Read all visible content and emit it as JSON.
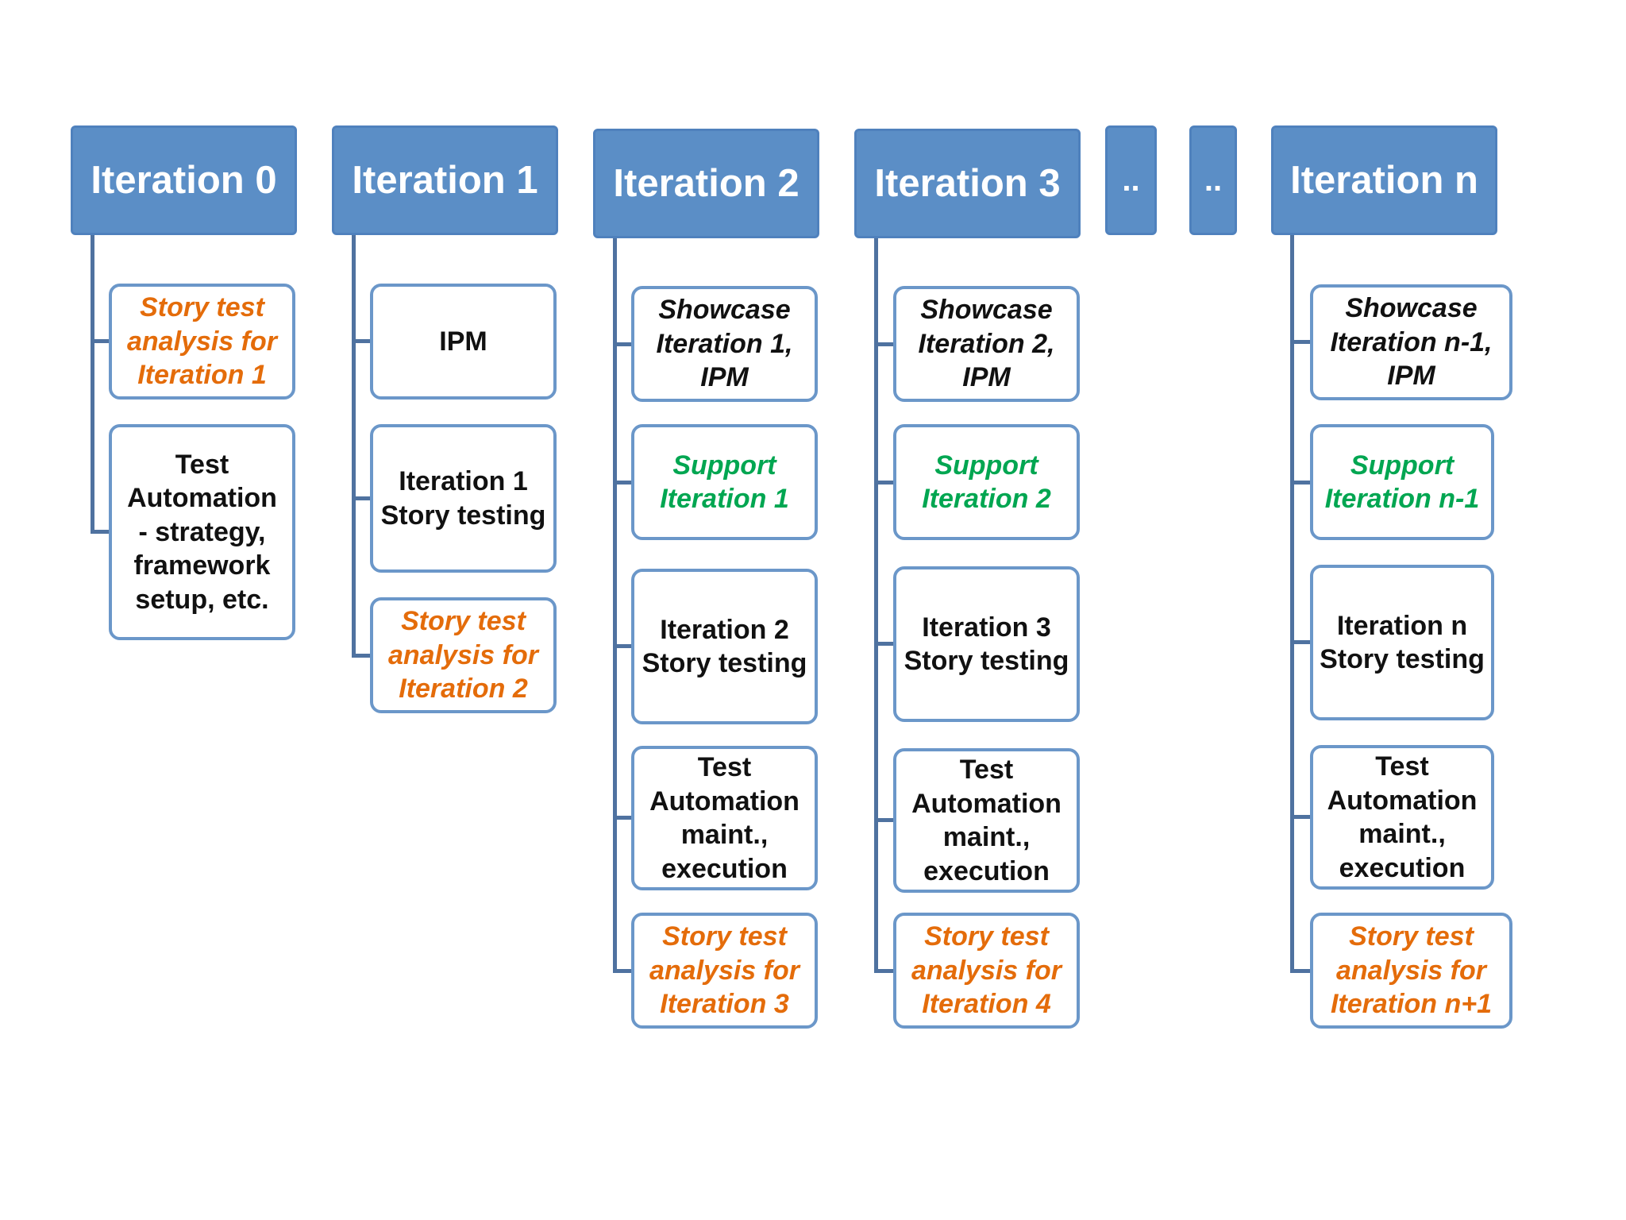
{
  "colors": {
    "header_fill": "#5b8ec6",
    "box_border": "#6b97c9",
    "connector": "#4f72a0",
    "orange_text": "#e46c0a",
    "green_text": "#00a651",
    "black_text": "#111111"
  },
  "columns": [
    {
      "header": "Iteration 0",
      "items": [
        {
          "text": "Story test\nanalysis for\nIteration 1",
          "style": "orange"
        },
        {
          "text": "Test\nAutomation\n- strategy,\nframework\nsetup, etc.",
          "style": "black"
        }
      ]
    },
    {
      "header": "Iteration 1",
      "items": [
        {
          "text": "IPM",
          "style": "black"
        },
        {
          "text": "Iteration 1\nStory testing",
          "style": "black"
        },
        {
          "text": "Story test\nanalysis for\nIteration 2",
          "style": "orange"
        }
      ]
    },
    {
      "header": "Iteration 2",
      "items": [
        {
          "text": "Showcase\nIteration 1,\nIPM",
          "style": "black-italic"
        },
        {
          "text": "Support\nIteration 1",
          "style": "green"
        },
        {
          "text": "Iteration 2\nStory testing",
          "style": "black"
        },
        {
          "text": "Test\nAutomation\nmaint.,\nexecution",
          "style": "black"
        },
        {
          "text": "Story test\nanalysis for\nIteration 3",
          "style": "orange"
        }
      ]
    },
    {
      "header": "Iteration 3",
      "items": [
        {
          "text": "Showcase\nIteration 2,\nIPM",
          "style": "black-italic"
        },
        {
          "text": "Support\nIteration 2",
          "style": "green"
        },
        {
          "text": "Iteration 3\nStory testing",
          "style": "black"
        },
        {
          "text": "Test\nAutomation\nmaint.,\nexecution",
          "style": "black"
        },
        {
          "text": "Story test\nanalysis for\nIteration 4",
          "style": "orange"
        }
      ]
    },
    {
      "header": "..",
      "items": []
    },
    {
      "header": "..",
      "items": []
    },
    {
      "header": "Iteration n",
      "items": [
        {
          "text": "Showcase\nIteration n-1,\nIPM",
          "style": "black-italic"
        },
        {
          "text": "Support\nIteration n-1",
          "style": "green"
        },
        {
          "text": "Iteration n\nStory testing",
          "style": "black"
        },
        {
          "text": "Test\nAutomation\nmaint.,\nexecution",
          "style": "black"
        },
        {
          "text": "Story test\nanalysis for\nIteration n+1",
          "style": "orange"
        }
      ]
    }
  ]
}
